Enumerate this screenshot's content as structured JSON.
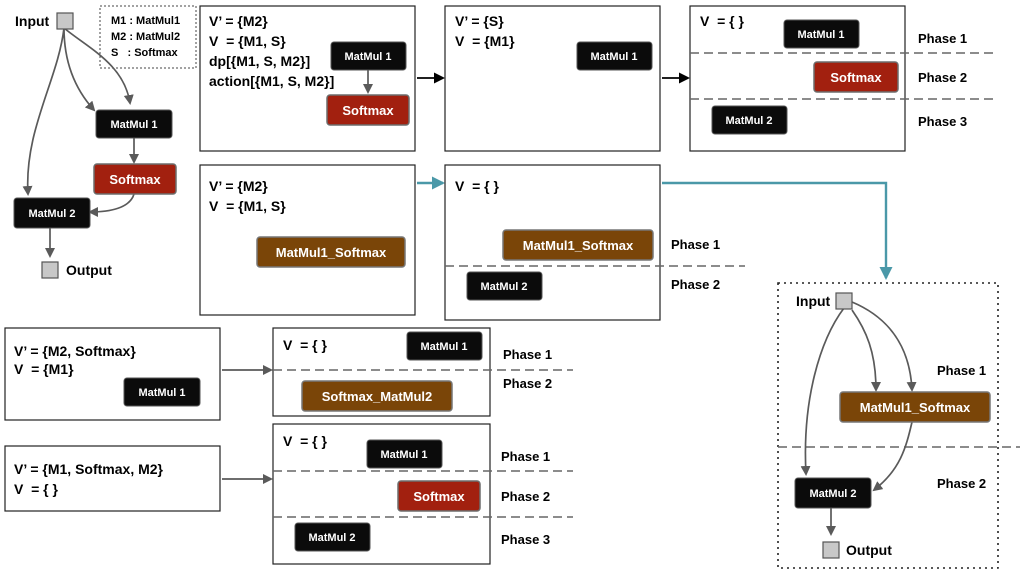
{
  "legend": {
    "m1": "M1 : MatMul1",
    "m2": "M2 : MatMul2",
    "s": "S   : Softmax"
  },
  "graph": {
    "input": "Input",
    "output": "Output",
    "matmul1": "MatMul 1",
    "matmul2": "MatMul 2",
    "softmax": "Softmax"
  },
  "step1": {
    "vprime": "V’ = {M2}",
    "v": "V  = {M1, S}",
    "dp": "dp[{M1, S, M2}]",
    "action": "action[{M1, S, M2}]",
    "node_a": "MatMul 1",
    "node_b": "Softmax"
  },
  "step2": {
    "vprime": "V’ = {S}",
    "v": "V  = {M1}",
    "node": "MatMul 1"
  },
  "step3": {
    "v": "V  = { }",
    "node1": "MatMul 1",
    "node2": "Softmax",
    "node3": "MatMul 2",
    "phase1": "Phase 1",
    "phase2": "Phase 2",
    "phase3": "Phase 3"
  },
  "alt1_left": {
    "vprime": "V’ = {M2}",
    "v": "V  = {M1, S}",
    "node": "MatMul1_Softmax"
  },
  "alt1_right": {
    "v": "V  = { }",
    "node1": "MatMul1_Softmax",
    "node2": "MatMul 2",
    "phase1": "Phase 1",
    "phase2": "Phase 2"
  },
  "alt2_left": {
    "vprime": "V’ = {M2, Softmax}",
    "v": "V  = {M1}",
    "node": "MatMul 1"
  },
  "alt2_right": {
    "v": "V  = { }",
    "node1": "MatMul 1",
    "node2": "Softmax_MatMul2",
    "phase1": "Phase 1",
    "phase2": "Phase 2"
  },
  "alt3_left": {
    "vprime": "V’ = {M1, Softmax, M2}",
    "v": "V  = { }"
  },
  "alt3_right": {
    "v": "V  = { }",
    "node1": "MatMul 1",
    "node2": "Softmax",
    "node3": "MatMul 2",
    "phase1": "Phase 1",
    "phase2": "Phase 2",
    "phase3": "Phase 3"
  },
  "result": {
    "input": "Input",
    "output": "Output",
    "node1": "MatMul1_Softmax",
    "node2": "MatMul 2",
    "phase1": "Phase 1",
    "phase2": "Phase 2"
  },
  "colors": {
    "compute_node": "#0b0b0b",
    "softmax_node": "#a2200f",
    "fused_node": "#7a4508",
    "io_node": "#c8c8c8",
    "selected_path": "#4a98a8"
  }
}
